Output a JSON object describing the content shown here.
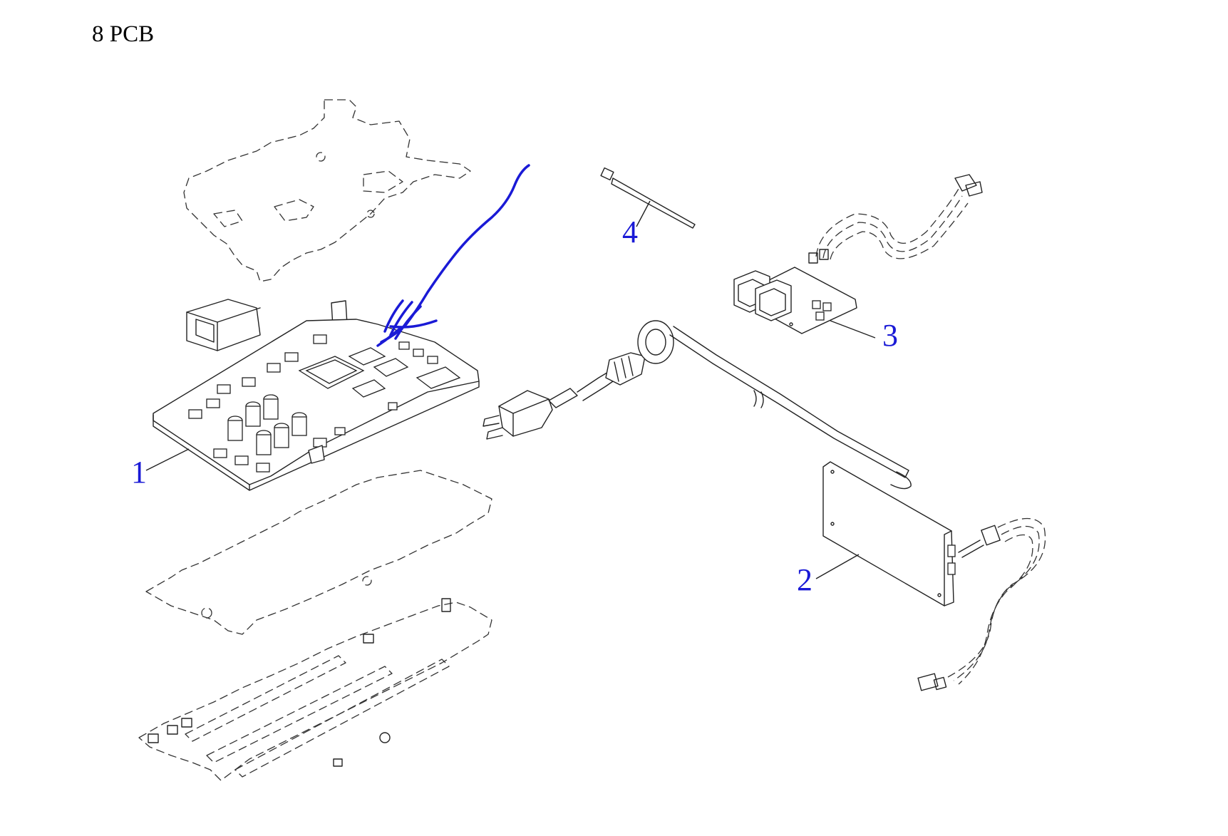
{
  "title": "8 PCB",
  "callouts": [
    {
      "id": "1",
      "label": "1"
    },
    {
      "id": "2",
      "label": "2"
    },
    {
      "id": "3",
      "label": "3"
    },
    {
      "id": "4",
      "label": "4"
    }
  ],
  "colors": {
    "callout_text": "#1a1ad6",
    "annotation_ink": "#1a1ad6",
    "line_art": "#222222",
    "background": "#ffffff"
  }
}
